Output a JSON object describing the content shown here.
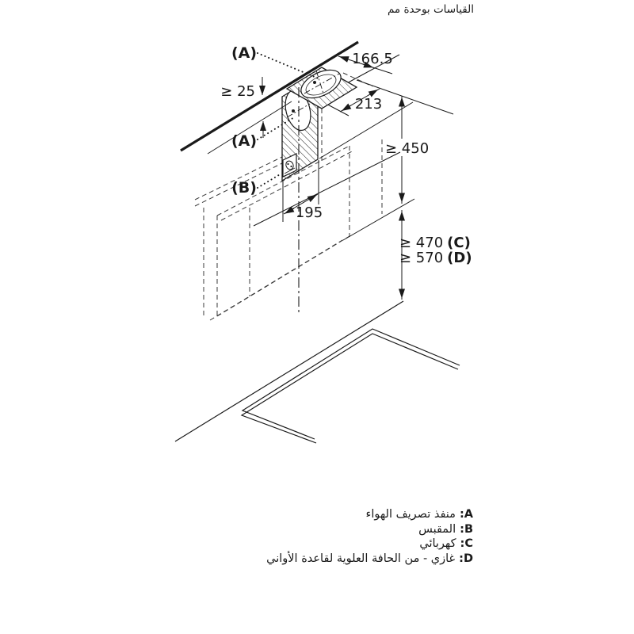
{
  "title": "القياسات بوحدة مم",
  "callouts": {
    "a_top": "(A)",
    "a_side": "(A)",
    "b": "(B)"
  },
  "dimensions": {
    "ceiling_clearance": "≥ 25",
    "duct_depth": "166.5",
    "duct_width_top": "213",
    "duct_width_bottom": "195",
    "chimney_height": "≥ 450",
    "electric_height": "≥ 470",
    "electric_ref": "(C)",
    "gas_height": "≥ 570",
    "gas_ref": "(D)"
  },
  "legend": {
    "separator": ":",
    "items": [
      {
        "letter": "A",
        "text": "منفذ تصريف الهواء"
      },
      {
        "letter": "B",
        "text": "المقبس"
      },
      {
        "letter": "C",
        "text": "كهربائي"
      },
      {
        "letter": "D",
        "text": "غازي - من الحافة العلوية لقاعدة الأواني"
      }
    ]
  }
}
